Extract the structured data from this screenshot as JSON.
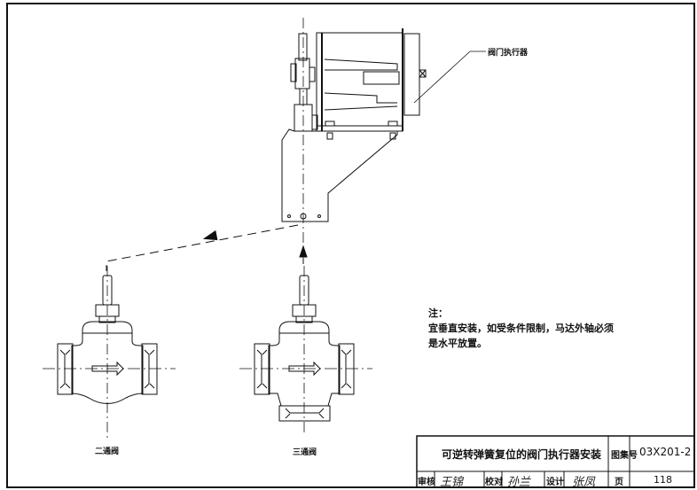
{
  "drawing": {
    "actuator_label": "阀门执行器",
    "valve_two_way_label": "二通阀",
    "valve_three_way_label": "三通阀"
  },
  "notes": {
    "heading": "注：",
    "line1": "宜垂直安装，如受条件限制，马达外轴必须",
    "line2": "是水平放置。"
  },
  "title_block": {
    "title": "可逆转弹簧复位的阀门执行器安装",
    "atlas_no_label": "图集号",
    "atlas_no": "03X201-2",
    "review_label": "审核",
    "review_signature": "王锦",
    "check_label": "校对",
    "check_signature": "孙兰",
    "design_label": "设计",
    "design_signature": "张凤",
    "page_label": "页",
    "page_no": "118"
  }
}
